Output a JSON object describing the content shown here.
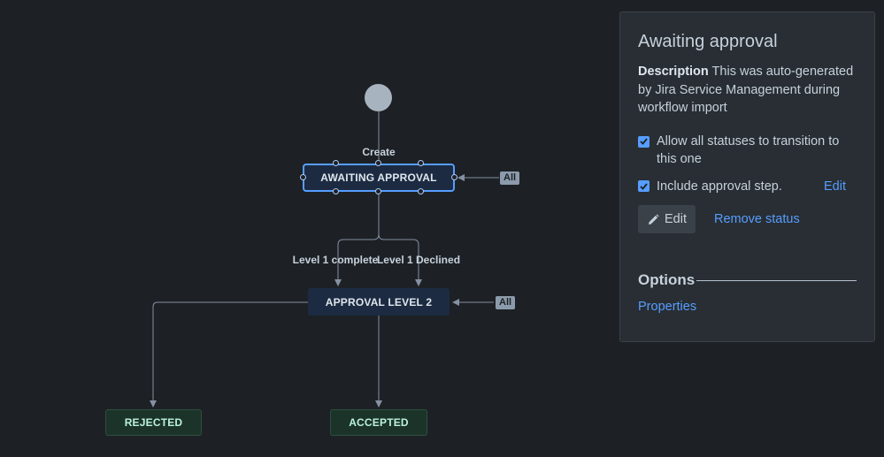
{
  "diagram": {
    "start_label": "Create",
    "nodes": {
      "awaiting": "AWAITING APPROVAL",
      "level2": "APPROVAL LEVEL 2",
      "rejected": "REJECTED",
      "accepted": "ACCEPTED"
    },
    "transitions": {
      "level1_complete": "Level 1 complete",
      "level1_declined": "Level 1 Declined"
    },
    "all_badge": "All"
  },
  "panel": {
    "title": "Awaiting approval",
    "description_label": "Description",
    "description_text": "This was auto-generated by Jira Service Management during workflow import",
    "allow_all_label": "Allow all statuses to transition to this one",
    "allow_all_checked": true,
    "approval_label": "Include approval step.",
    "approval_checked": true,
    "approval_edit": "Edit",
    "edit_button": "Edit",
    "remove_status": "Remove status",
    "options_title": "Options",
    "properties_link": "Properties"
  },
  "colors": {
    "background": "#1d2125",
    "panel": "#282e33",
    "link": "#579dff",
    "node_blue": "#1c2b41",
    "node_green": "#1c3329",
    "selected_border": "#579dff"
  }
}
